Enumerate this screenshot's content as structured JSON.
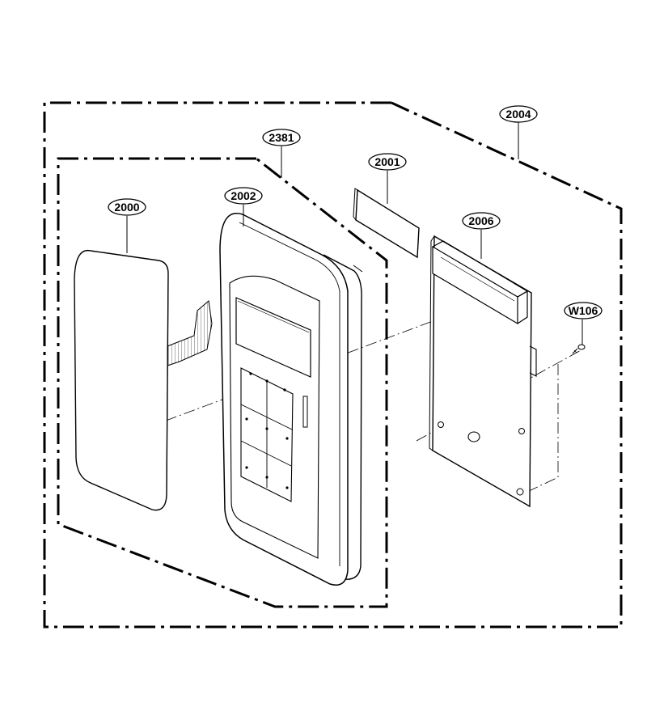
{
  "parts": {
    "p2004": "2004",
    "p2381": "2381",
    "p2001": "2001",
    "p2002": "2002",
    "p2000": "2000",
    "p2006": "2006",
    "pW106": "W106"
  }
}
